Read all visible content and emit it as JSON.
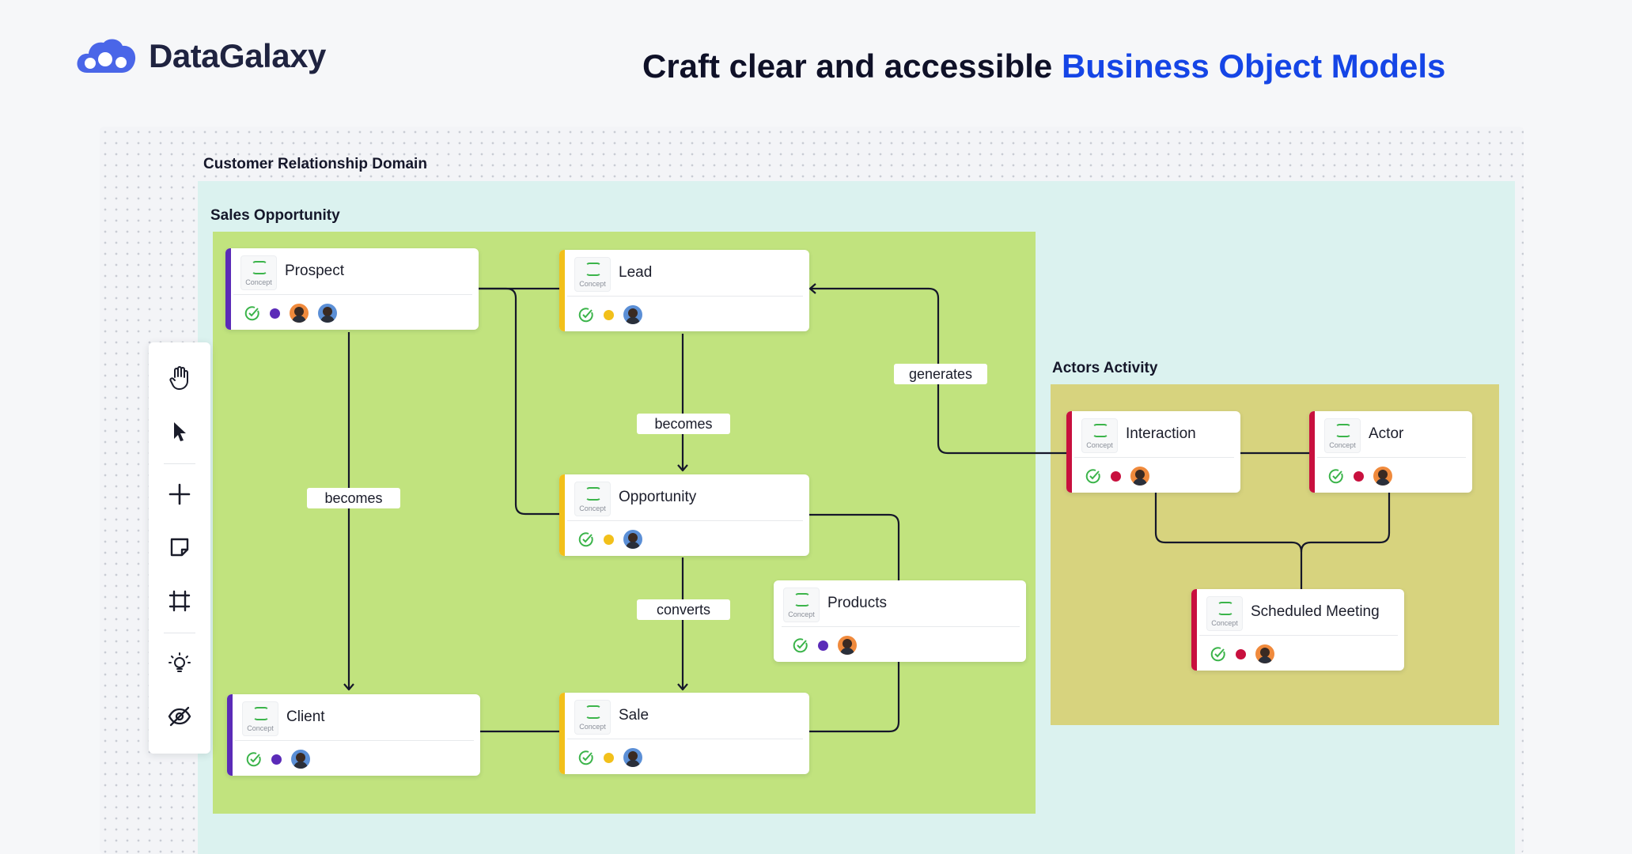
{
  "brand": {
    "name": "DataGalaxy",
    "color": "#4a66e8"
  },
  "headline": {
    "prefix": "Craft clear and accessible ",
    "accent": "Business Object Models",
    "accent_color": "#1545e6"
  },
  "regions": {
    "crd": "Customer Relationship Domain",
    "so": "Sales Opportunity",
    "aa": "Actors Activity"
  },
  "concept_caption": "Concept",
  "nodes": {
    "prospect": {
      "label": "Prospect",
      "status": "purple"
    },
    "lead": {
      "label": "Lead",
      "status": "yellow"
    },
    "opportunity": {
      "label": "Opportunity",
      "status": "yellow"
    },
    "products": {
      "label": "Products",
      "status": "purple"
    },
    "client": {
      "label": "Client",
      "status": "purple"
    },
    "sale": {
      "label": "Sale",
      "status": "yellow"
    },
    "interaction": {
      "label": "Interaction",
      "status": "crimson"
    },
    "actor": {
      "label": "Actor",
      "status": "crimson"
    },
    "meeting": {
      "label": "Scheduled Meeting",
      "status": "crimson"
    }
  },
  "edges": {
    "becomes_lead_opp": "becomes",
    "becomes_prospect_client": "becomes",
    "converts": "converts",
    "generates": "generates"
  },
  "colors": {
    "purple": "#5b2bb8",
    "yellow": "#f2c01a",
    "crimson": "#c8103e",
    "concept_green": "#3bb44a"
  },
  "toolbar": [
    "hand-icon",
    "pointer-icon",
    "plus-icon",
    "sticky-note-icon",
    "frame-icon",
    "lightbulb-icon",
    "eye-off-icon"
  ]
}
